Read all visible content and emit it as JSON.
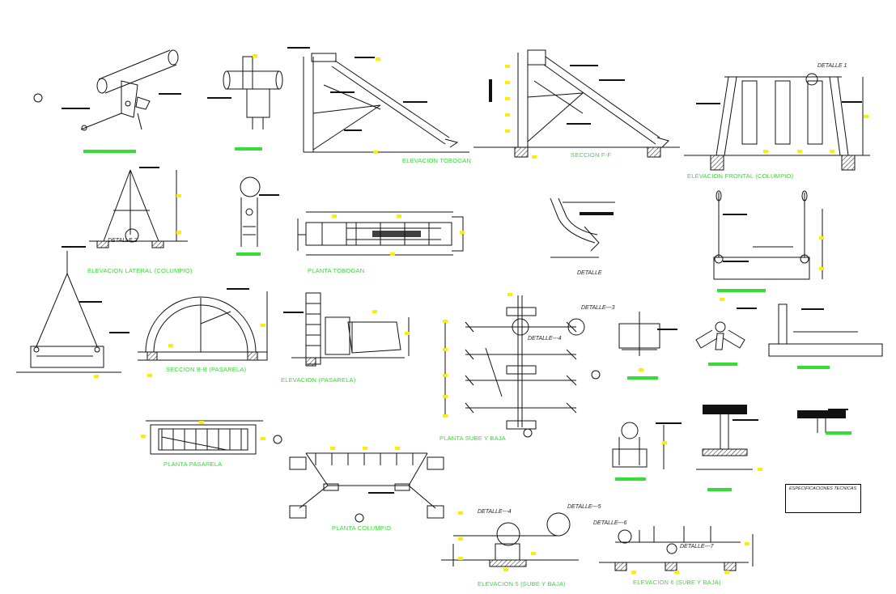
{
  "labels": {
    "elevacion_tobogan": "ELEVACION TOBOGAN",
    "seccion_ff": "SECCION F-F",
    "elevacion_frontal": "ELEVACION FRONTAL (COLUMPIO)",
    "elevacion_lateral": "ELEVACION LATERAL (COLUMPIO)",
    "planta_tobogan": "PLANTA TOBOGAN",
    "seccion_bb": "SECCION B-B (PASARELA)",
    "elevacion_pasarela": "ELEVACION  (PASARELA)",
    "planta_sube_baja": "PLANTA SUBE Y BAJA",
    "planta_pasarela": "PLANTA PASARELA",
    "planta_columpio": "PLANTA COLUMPIO",
    "elevacion5": "ELEVACION 5 (SUBE Y BAJA)",
    "elevacion6": "ELEVACION 6 (SUBE Y BAJA)"
  },
  "details": {
    "detalle_1": "DETALLE  1",
    "detalle_2": "DETALLE 2",
    "detalle_3": "DETALLE---3",
    "detalle_4a": "DETALLE---4",
    "detalle_4b": "DETALLE---4",
    "detalle_5": "DETALLE---5",
    "detalle_6": "DETALLE---6",
    "detalle_7": "DETALLE---7",
    "detalle_small": "DETALLE"
  },
  "spec_box": {
    "title": "ESPECIFICACIONES TECNICAS"
  },
  "colors": {
    "line": "#111111",
    "accent": "#ffee00",
    "label": "#33dd33",
    "background": "#ffffff"
  }
}
